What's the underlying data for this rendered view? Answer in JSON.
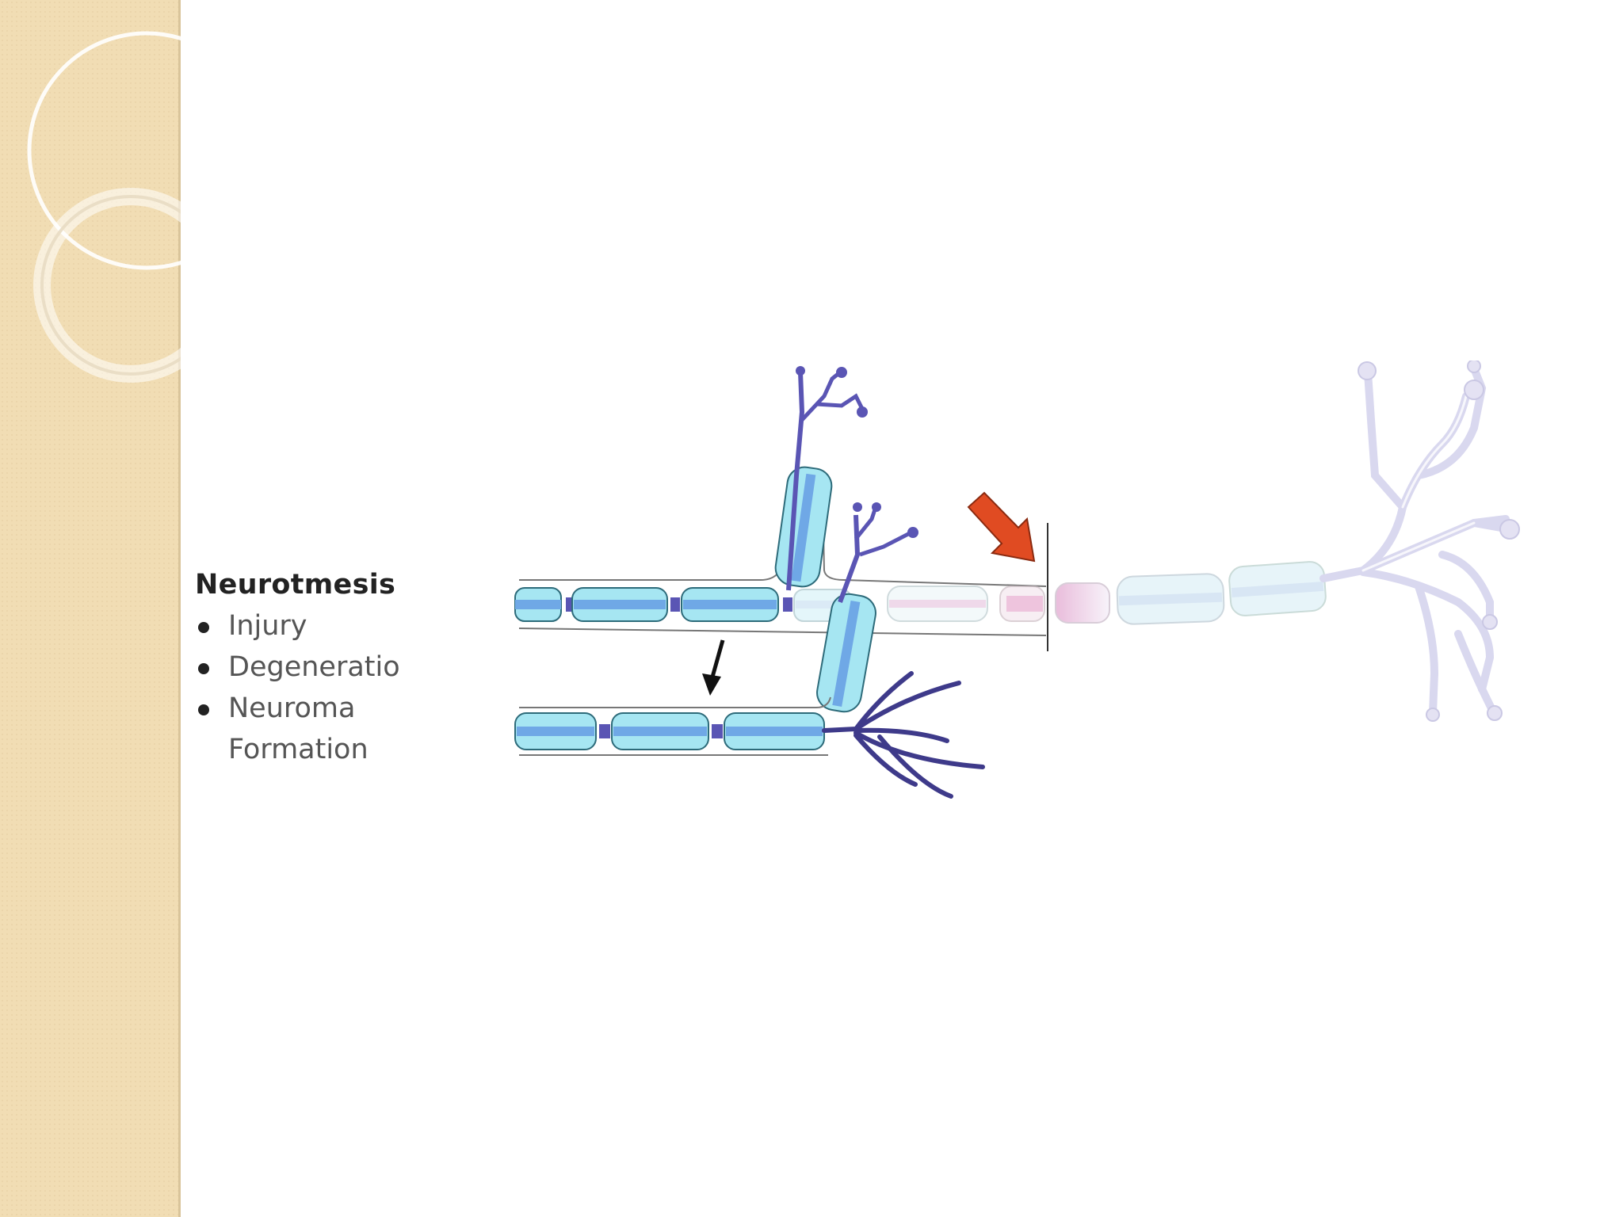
{
  "legend": {
    "title": "Neurotmesis",
    "items": [
      {
        "text": "Injury"
      },
      {
        "text": "Degeneratio"
      },
      {
        "text": "Neuroma"
      }
    ],
    "continuation": "Formation"
  },
  "colors": {
    "sidebar": "#f1ddb4",
    "sheath": "#a6e6f2",
    "axon": "#6fa8e6",
    "neuron": "#5a55b4",
    "injury_arrow": "#e04b22",
    "degenerated": "#c9c7e8"
  },
  "icons": [
    "injury-arrow-icon",
    "regrowth-arrow-icon",
    "decorative-rings-icon"
  ]
}
